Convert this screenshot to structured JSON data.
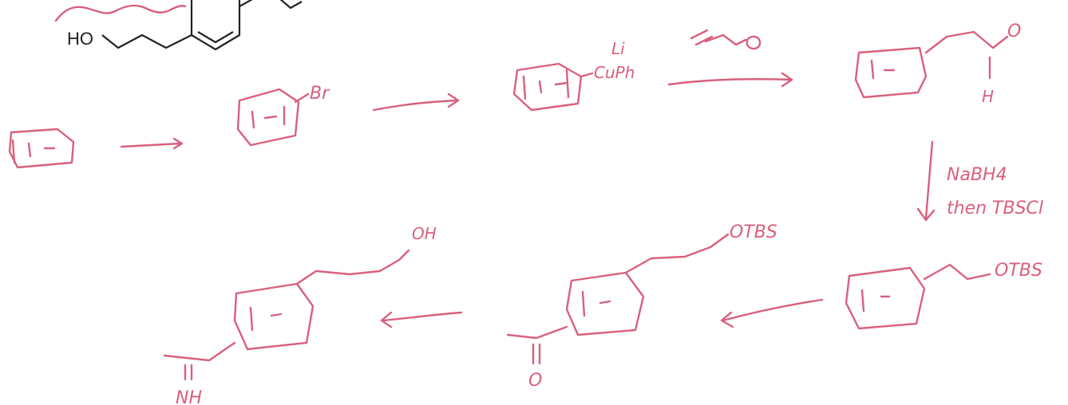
{
  "printed_structure": {
    "label": "HO"
  },
  "labels": {
    "bromo": "Br",
    "organocuprate_top": "Li",
    "organocuprate_bottom": "CuPh",
    "aldehyde_oxygen": "O",
    "aldehyde_hydrogen": "H",
    "reagent_line1": "NaBH4",
    "reagent_line2": "then TBSCl",
    "otbs_right": "OTBS",
    "otbs_middle": "OTBS",
    "ketone_oxygen": "O",
    "alcohol": "OH",
    "imine": "NH"
  },
  "colors": {
    "ink": "#d9607e",
    "print": "#222222",
    "background": "#ffffff"
  }
}
